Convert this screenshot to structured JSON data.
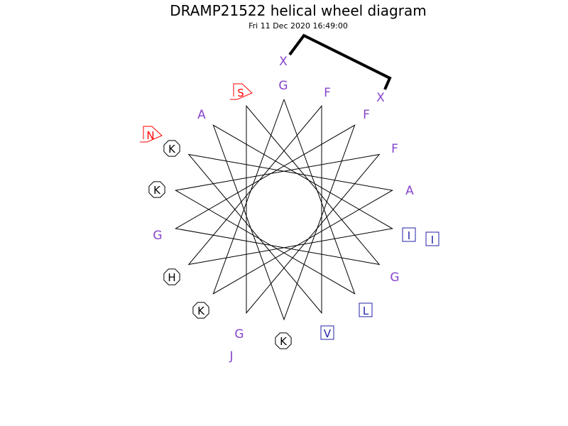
{
  "title": "DRAMP21522 helical wheel diagram",
  "timestamp": "Fri 11 Dec 2020 16:49:00",
  "colors": {
    "hydrophobic": "#8844cc",
    "positive": "#000000",
    "polar": "#ff0000",
    "nonpolar_box": "#2222aa",
    "line": "#000000"
  },
  "residues": [
    {
      "label": "X",
      "style": "plain",
      "color": "hydrophobic"
    },
    {
      "label": "G",
      "style": "plain",
      "color": "hydrophobic"
    },
    {
      "label": "F",
      "style": "plain",
      "color": "hydrophobic"
    },
    {
      "label": "X",
      "style": "plain",
      "color": "hydrophobic"
    },
    {
      "label": "F",
      "style": "plain",
      "color": "hydrophobic"
    },
    {
      "label": "F",
      "style": "plain",
      "color": "hydrophobic"
    },
    {
      "label": "A",
      "style": "plain",
      "color": "hydrophobic"
    },
    {
      "label": "I",
      "style": "box",
      "color": "nonpolar_box"
    },
    {
      "label": "I",
      "style": "box",
      "color": "nonpolar_box"
    },
    {
      "label": "G",
      "style": "plain",
      "color": "hydrophobic"
    },
    {
      "label": "L",
      "style": "box",
      "color": "nonpolar_box"
    },
    {
      "label": "V",
      "style": "box",
      "color": "nonpolar_box"
    },
    {
      "label": "K",
      "style": "octagon",
      "color": "positive"
    },
    {
      "label": "G",
      "style": "plain",
      "color": "hydrophobic"
    },
    {
      "label": "J",
      "style": "plain",
      "color": "hydrophobic"
    },
    {
      "label": "K",
      "style": "octagon",
      "color": "positive"
    },
    {
      "label": "H",
      "style": "octagon",
      "color": "positive"
    },
    {
      "label": "G",
      "style": "plain",
      "color": "hydrophobic"
    },
    {
      "label": "K",
      "style": "octagon",
      "color": "positive"
    },
    {
      "label": "K",
      "style": "octagon",
      "color": "positive"
    },
    {
      "label": "N",
      "style": "pentagon",
      "color": "polar"
    },
    {
      "label": "A",
      "style": "plain",
      "color": "hydrophobic"
    },
    {
      "label": "S",
      "style": "pentagon",
      "color": "polar"
    }
  ]
}
